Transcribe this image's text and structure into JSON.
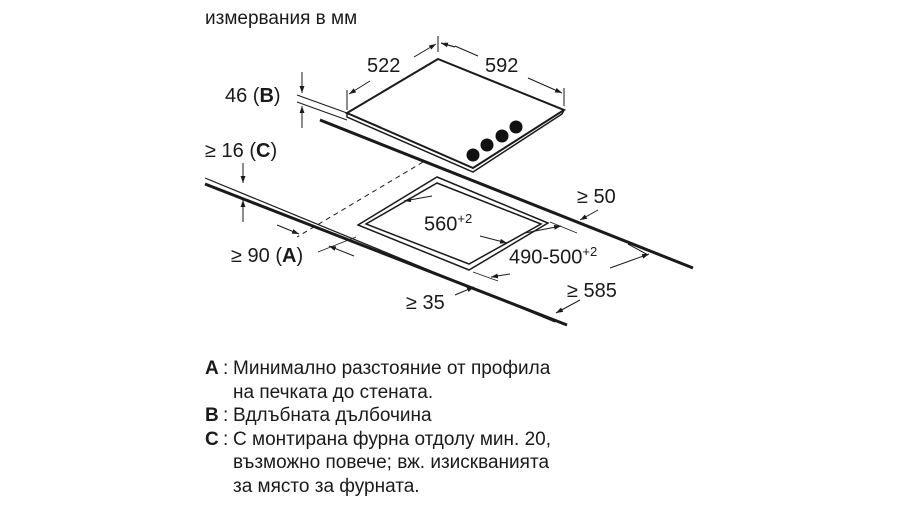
{
  "title": "измервания в мм",
  "dimensions": {
    "depth": "522",
    "width": "592",
    "b": "46",
    "b_key": "B",
    "c": "≥ 16",
    "c_key": "C",
    "a": "≥ 90",
    "a_key": "A",
    "cutout_width": "560",
    "cutout_width_tol": "+2",
    "cutout_depth": "490-500",
    "cutout_depth_tol": "+2",
    "rear_gap": "≥ 50",
    "front_gap": "≥ 35",
    "worktop_depth": "≥ 585"
  },
  "legend": [
    {
      "key": "A",
      "lines": [
        "Минимално разстояние от профила",
        "на печката до стената."
      ]
    },
    {
      "key": "B",
      "lines": [
        "Вдлъбната дълбочина"
      ]
    },
    {
      "key": "C",
      "lines": [
        "С монтирана фурна отдолу мин. 20,",
        "възможно повече; вж. изискванията",
        "за място за фурната."
      ]
    }
  ]
}
